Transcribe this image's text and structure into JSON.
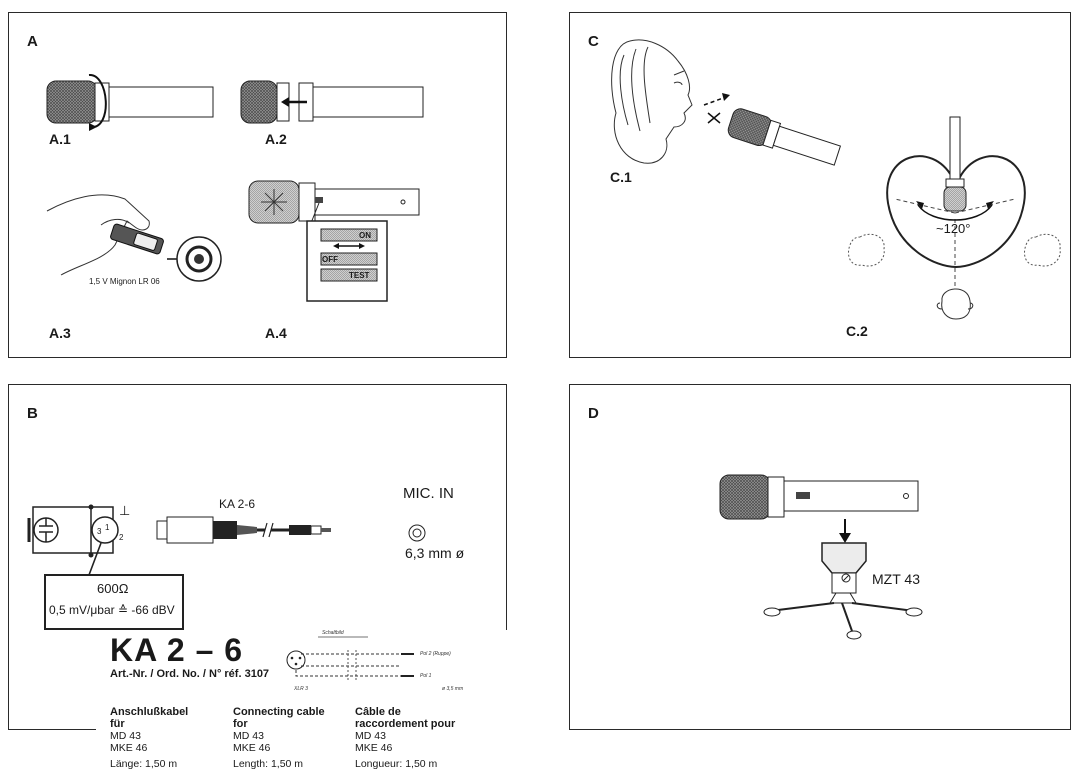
{
  "panels": {
    "A": {
      "label": "A",
      "subs": [
        "A.1",
        "A.2",
        "A.3",
        "A.4"
      ],
      "battery_caption": "1,5 V Mignon LR 06",
      "switch": {
        "on": "ON",
        "off": "OFF",
        "test": "TEST"
      }
    },
    "B": {
      "label": "B",
      "cable_label": "KA 2-6",
      "jack_label": "MIC. IN",
      "jack_size": "6,3 mm ø",
      "impedance": "600Ω",
      "sensitivity": "0,5 mV/μbar ≙ -66 dBV",
      "ground_symbol": "⊥",
      "pin1": "1",
      "pin2": "2",
      "pin3": "3"
    },
    "C": {
      "label": "C",
      "subs": [
        "C.1",
        "C.2"
      ],
      "angle": "~120°"
    },
    "D": {
      "label": "D",
      "stand_label": "MZT 43"
    }
  },
  "sheet": {
    "title": "KA 2 – 6",
    "article": "Art.-Nr. / Ord. No. / N° réf. 3107",
    "schematic_title": "Schaltbild",
    "pole2": "Pol 2 (Ruppe)",
    "pole1": "Pol 1",
    "xlr": "XLR 3",
    "diameter": "ø 3,5 mm",
    "columns": [
      {
        "heading1": "Anschlußkabel",
        "heading2": "für",
        "m1": "MD 43",
        "m2": "MKE 46",
        "length": "Länge: 1,50 m"
      },
      {
        "heading1": "Connecting cable",
        "heading2": "for",
        "m1": "MD 43",
        "m2": "MKE 46",
        "length": "Length: 1,50 m"
      },
      {
        "heading1": "Câble de",
        "heading2": "raccordement pour",
        "m1": "MD 43",
        "m2": "MKE 46",
        "length": "Longueur: 1,50 m"
      }
    ]
  }
}
